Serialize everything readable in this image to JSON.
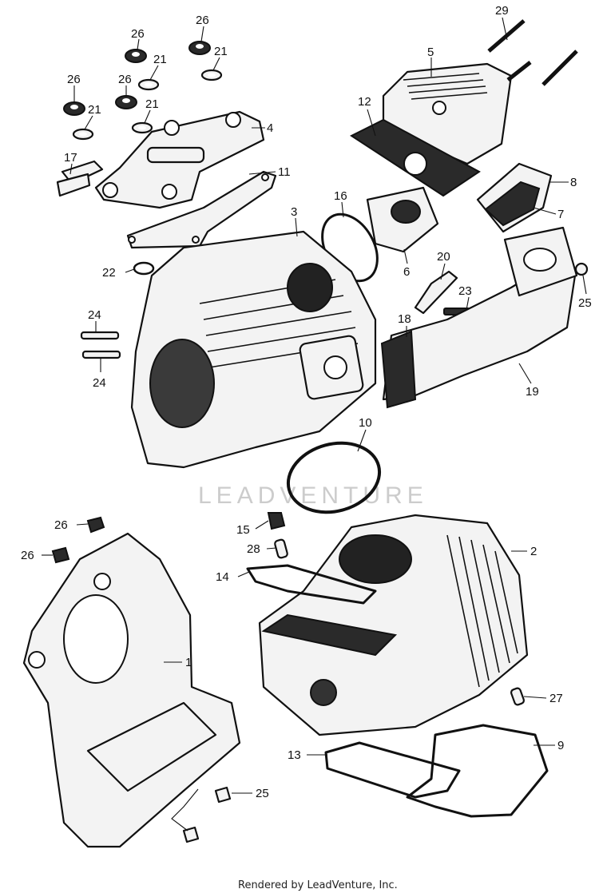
{
  "diagram": {
    "watermark": "LEADVENTURE",
    "credit": "Rendered by LeadVenture, Inc.",
    "callouts": [
      {
        "id": "c29",
        "text": "29"
      },
      {
        "id": "c26a",
        "text": "26"
      },
      {
        "id": "c26b",
        "text": "26"
      },
      {
        "id": "c21a",
        "text": "21"
      },
      {
        "id": "c21b",
        "text": "21"
      },
      {
        "id": "c26c",
        "text": "26"
      },
      {
        "id": "c26d",
        "text": "26"
      },
      {
        "id": "c21c",
        "text": "21"
      },
      {
        "id": "c21d",
        "text": "21"
      },
      {
        "id": "c5",
        "text": "5"
      },
      {
        "id": "c4",
        "text": "4"
      },
      {
        "id": "c12",
        "text": "12"
      },
      {
        "id": "c17",
        "text": "17"
      },
      {
        "id": "c11",
        "text": "11"
      },
      {
        "id": "c16",
        "text": "16"
      },
      {
        "id": "c3",
        "text": "3"
      },
      {
        "id": "c8",
        "text": "8"
      },
      {
        "id": "c7",
        "text": "7"
      },
      {
        "id": "c22",
        "text": "22"
      },
      {
        "id": "c20",
        "text": "20"
      },
      {
        "id": "c6",
        "text": "6"
      },
      {
        "id": "c23",
        "text": "23"
      },
      {
        "id": "c25a",
        "text": "25"
      },
      {
        "id": "c24a",
        "text": "24"
      },
      {
        "id": "c18",
        "text": "18"
      },
      {
        "id": "c24b",
        "text": "24"
      },
      {
        "id": "c19",
        "text": "19"
      },
      {
        "id": "c10",
        "text": "10"
      },
      {
        "id": "c26e",
        "text": "26"
      },
      {
        "id": "c15",
        "text": "15"
      },
      {
        "id": "c2",
        "text": "2"
      },
      {
        "id": "c26f",
        "text": "26"
      },
      {
        "id": "c28",
        "text": "28"
      },
      {
        "id": "c14",
        "text": "14"
      },
      {
        "id": "c1",
        "text": "1"
      },
      {
        "id": "c27",
        "text": "27"
      },
      {
        "id": "c13",
        "text": "13"
      },
      {
        "id": "c9",
        "text": "9"
      },
      {
        "id": "c25b",
        "text": "25"
      }
    ]
  }
}
